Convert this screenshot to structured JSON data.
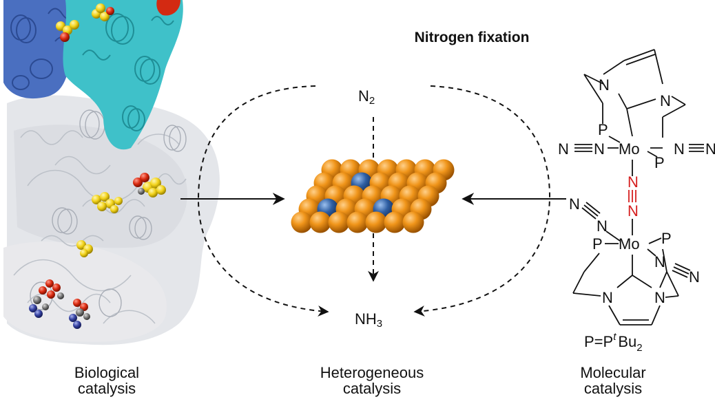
{
  "title": "Nitrogen fixation",
  "reactant": {
    "base": "N",
    "sub": "2"
  },
  "product": {
    "base": "NH",
    "sub": "3"
  },
  "labels": {
    "biological": {
      "line1": "Biological",
      "line2": "catalysis"
    },
    "heterogeneous": {
      "line1": "Heterogeneous",
      "line2": "catalysis"
    },
    "molecular": {
      "line1": "Molecular",
      "line2": "catalysis"
    }
  },
  "molecule": {
    "atoms": {
      "N": "N",
      "P": "P",
      "Mo": "Mo"
    },
    "definition": {
      "lhs": "P=P",
      "sup": "t",
      "rhs": "Bu",
      "sub": "2"
    }
  },
  "colors": {
    "surface_atom": "#e8870a",
    "active_site": "#2f5fa3",
    "bridging_dinitrogen": "#d62020",
    "protein_blue": "#4a6fc0",
    "protein_cyan": "#3fc1c9",
    "protein_grey": "#c8ccd2",
    "cofactor_yellow": "#f2d21a"
  }
}
